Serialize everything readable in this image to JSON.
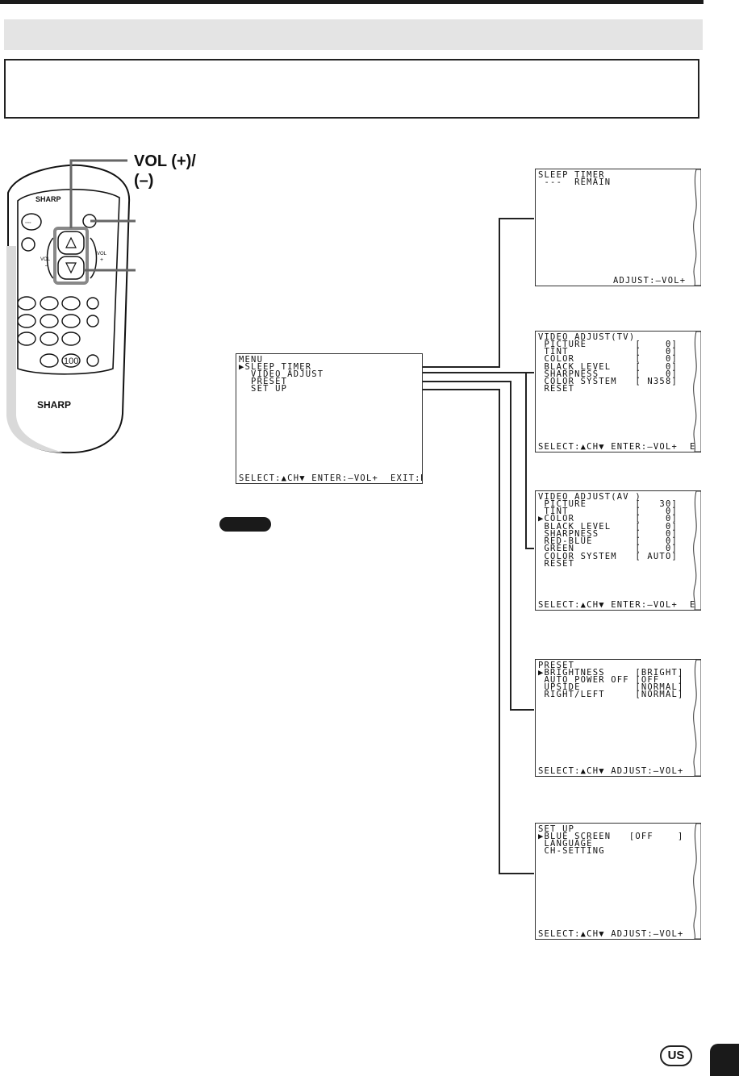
{
  "header": {
    "title": ""
  },
  "intro": {
    "text": ""
  },
  "remote": {
    "brand": "SHARP",
    "vol_label_line1": "VOL (+)/",
    "vol_label_line2": "(–)",
    "vol_minus": "VOL\n–",
    "vol_plus": "VOL\n+",
    "key_100": "100"
  },
  "menu": {
    "lines": [
      "MENU",
      "▶SLEEP TIMER",
      "  VIDEO ADJUST",
      "  PRESET",
      "  SET UP"
    ],
    "footer": "SELECT:▲CH▼ ENTER:–VOL+  EXIT:MENU"
  },
  "screens": {
    "sleep": {
      "lines": [
        "SLEEP TIMER",
        " ---  REMAIN"
      ],
      "footer": "ADJUST:–VOL+  E"
    },
    "video_tv": {
      "lines": [
        "VIDEO ADJUST(TV)",
        " PICTURE        [    0]",
        " TINT           [    0]",
        " COLOR          [    0]",
        " BLACK LEVEL    [    0]",
        " SHARPNESS      [    0]",
        " COLOR SYSTEM   [ N358]",
        " RESET"
      ],
      "footer": "SELECT:▲CH▼ ENTER:–VOL+  EXI"
    },
    "video_av": {
      "lines": [
        "VIDEO ADJUST(AV )",
        " PICTURE        [   30]",
        " TINT           [    0]",
        "▶COLOR          [    0]",
        " BLACK LEVEL    [    0]",
        " SHARPNESS      [    0]",
        " RED-BLUE       [    0]",
        " GREEN          [    0]",
        " COLOR SYSTEM   [ AUTO]",
        " RESET"
      ],
      "footer": "SELECT:▲CH▼ ENTER:–VOL+  EXI"
    },
    "preset": {
      "lines": [
        "PRESET",
        "▶BRIGHTNESS     [BRIGHT]",
        " AUTO POWER OFF [OFF   ]",
        " UPSIDE         [NORMAL]",
        " RIGHT/LEFT     [NORMAL]"
      ],
      "footer": "SELECT:▲CH▼ ADJUST:–VOL+  E"
    },
    "setup": {
      "lines": [
        "SET UP",
        "▶BLUE SCREEN   [OFF    ]",
        " LANGUAGE",
        " CH-SETTING"
      ],
      "footer": "SELECT:▲CH▼ ADJUST:–VOL+  E"
    }
  },
  "badge": {
    "region": "US"
  },
  "colors": {
    "ink": "#111111",
    "gray_band": "#e4e4e4",
    "remote_body": "#ffffff",
    "note_pill": "#1a1a1a"
  }
}
